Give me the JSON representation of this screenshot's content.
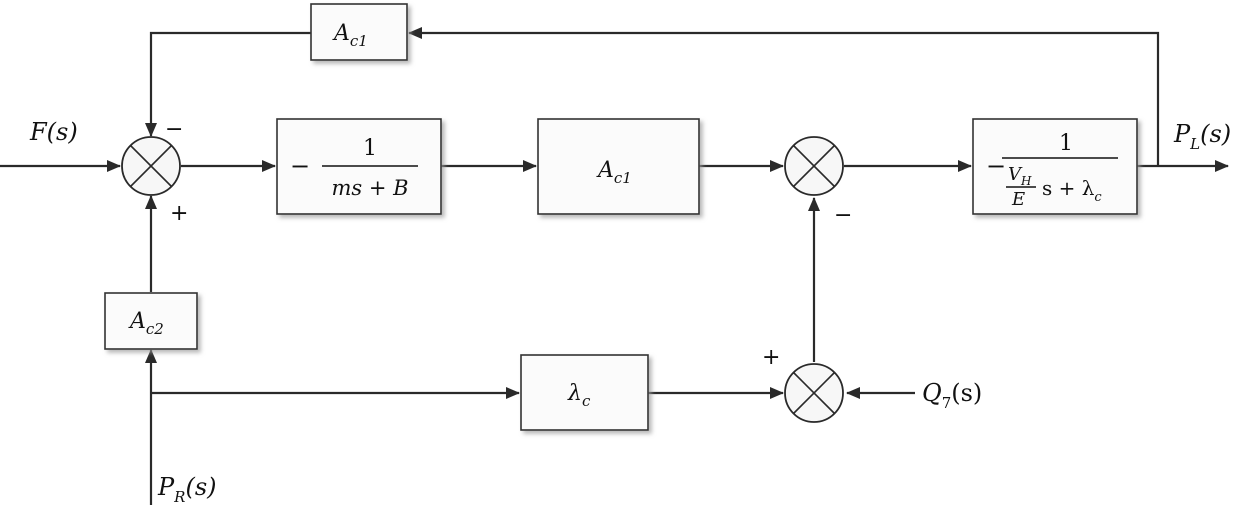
{
  "signals": {
    "input_force": "F(s)",
    "output_pressure": "P",
    "output_pressure_sub": "L",
    "output_pressure_arg": "(s)",
    "supply_pressure": "P",
    "supply_pressure_sub": "R",
    "supply_pressure_arg": "(s)",
    "flow_disturbance": "Q",
    "flow_disturbance_sub": "7",
    "flow_disturbance_arg": "(s)"
  },
  "blocks": {
    "feedback_gain": {
      "base": "A",
      "sub": "c1"
    },
    "mass_block": {
      "sign": "−",
      "numerator": "1",
      "denominator": "ms + B"
    },
    "area_gain": {
      "base": "A",
      "sub": "c1"
    },
    "pressure_block": {
      "sign": "−",
      "numerator": "1",
      "den_num": "V",
      "den_num_sub": "H",
      "den_den": "E",
      "den_rest": "s + λ",
      "den_rest_sub": "c"
    },
    "supply_gain": {
      "base": "A",
      "sub": "c2"
    },
    "leak_gain": {
      "base": "λ",
      "sub": "c"
    }
  },
  "junction_signs": {
    "sum1_top": "−",
    "sum1_bottom": "+",
    "sum2_bottom": "−",
    "sum3_left": "+"
  },
  "icons": {
    "summing_junction": "circle-with-x-icon",
    "arrowhead": "arrow-icon"
  }
}
